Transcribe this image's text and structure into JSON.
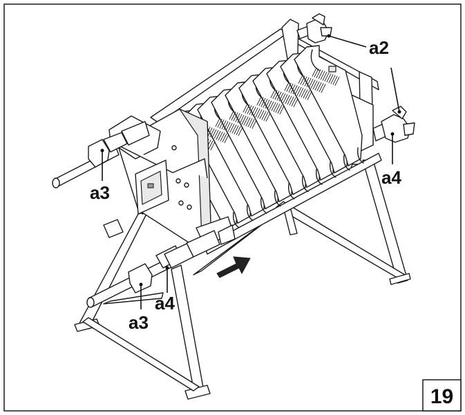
{
  "figure": {
    "number": "19"
  },
  "callouts": {
    "a2": "a2",
    "a3_left": "a3",
    "a3_bottom": "a3",
    "a4_right": "a4",
    "a4_bottom": "a4"
  },
  "colors": {
    "line": "#1a1a1a",
    "background": "#ffffff",
    "arrow": "#222222"
  },
  "icons": {
    "direction": "arrow-right-icon"
  }
}
